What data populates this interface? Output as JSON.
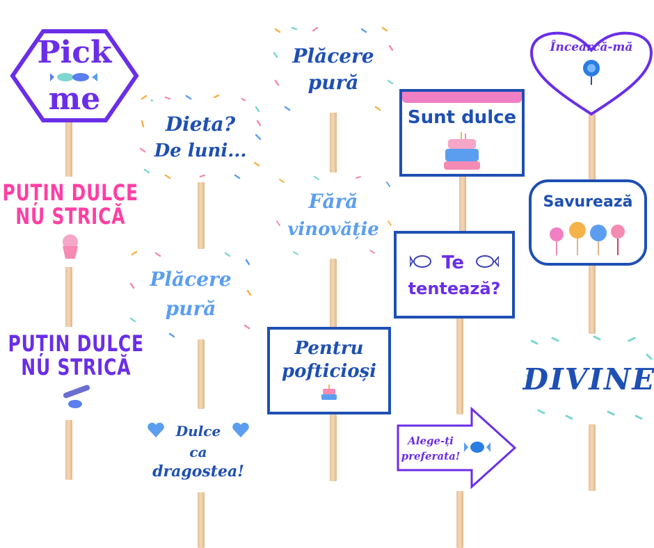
{
  "props": {
    "pick_me": {
      "line1": "Pick",
      "line2": "me"
    },
    "dieta": {
      "line1": "Dieta?",
      "line2": "De luni..."
    },
    "placere_top": {
      "line1": "Plăcere",
      "line2": "pură"
    },
    "sunt_dulce": {
      "text": "Sunt dulce"
    },
    "incearca": {
      "text": "Încearcă-mă"
    },
    "putin_pink": {
      "line1": "PUȚIN DULCE",
      "line2": "NU STRICĂ"
    },
    "fara": {
      "line1": "Fără",
      "line2": "vinovăție"
    },
    "te_tenteaza": {
      "line1": "Te",
      "line2": "tentează?"
    },
    "savureaza": {
      "text": "Savurează"
    },
    "placere_mid": {
      "line1": "Plăcere",
      "line2": "pură"
    },
    "putin_purple": {
      "line1": "PUȚIN DULCE",
      "line2": "NU STRICĂ"
    },
    "pentru": {
      "line1": "Pentru",
      "line2": "pofticioși"
    },
    "divine": {
      "text": "DIVINE"
    },
    "dulce_ca": {
      "line1": "Dulce",
      "line2": "ca",
      "line3": "dragostea!"
    },
    "alege": {
      "line1": "Alege-ți",
      "line2": "preferata!"
    }
  },
  "colors": {
    "purple": "#6a2ee8",
    "pink": "#ff3fa4",
    "blue_dark": "#1e4fb3",
    "blue_light": "#5b9ef0",
    "stick": "#eecba5"
  }
}
